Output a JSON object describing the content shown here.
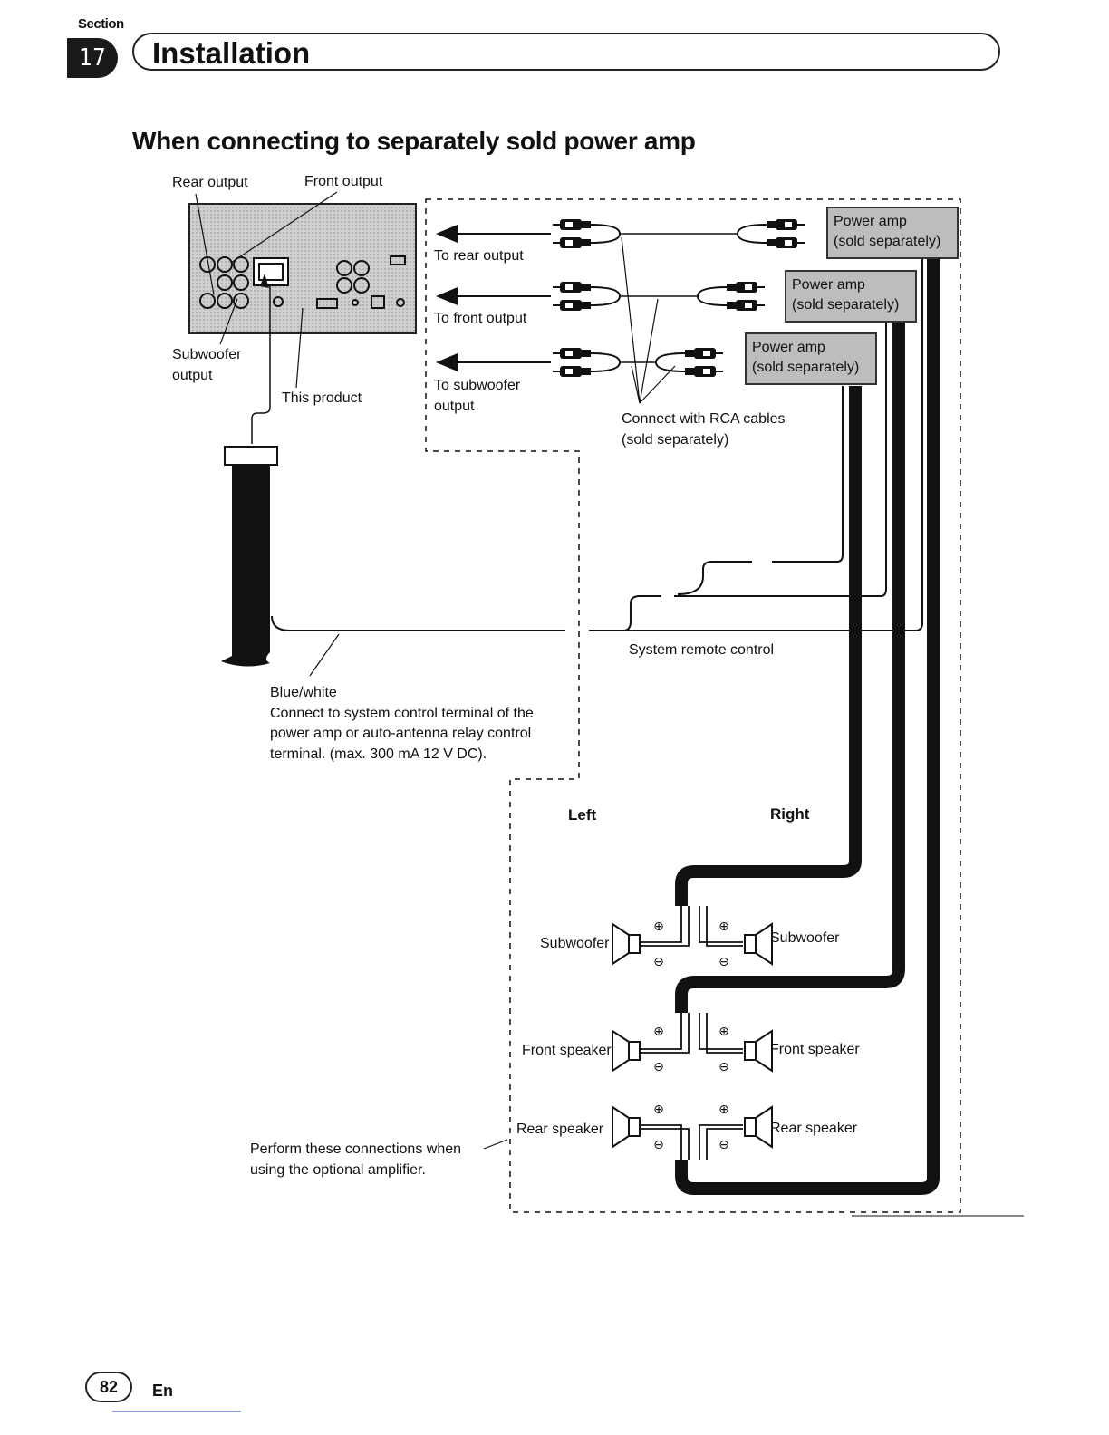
{
  "header": {
    "section_label": "Section",
    "section_number": "17",
    "title": "Installation"
  },
  "heading": "When connecting to separately sold power amp",
  "head_unit": {
    "rear_output": "Rear output",
    "front_output": "Front output",
    "subwoofer_output_line1": "Subwoofer",
    "subwoofer_output_line2": "output",
    "this_product": "This product"
  },
  "rca": {
    "to_rear_output": "To rear output",
    "to_front_output": "To front output",
    "to_subwoofer_line1": "To subwoofer",
    "to_subwoofer_line2": "output",
    "cables_line1": "Connect with RCA cables",
    "cables_line2": "(sold separately)"
  },
  "amps": [
    {
      "line1": "Power amp",
      "line2": "(sold separately)"
    },
    {
      "line1": "Power amp",
      "line2": "(sold separately)"
    },
    {
      "line1": "Power amp",
      "line2": "(sold separately)"
    }
  ],
  "remote": {
    "system_remote_control": "System remote control",
    "wire_color": "Blue/white",
    "note_line1": "Connect to system control terminal of the",
    "note_line2": "power amp or auto-antenna relay control",
    "note_line3": "terminal. (max. 300 mA 12 V DC)."
  },
  "speakers": {
    "left": "Left",
    "right": "Right",
    "subwoofer_left": "Subwoofer",
    "subwoofer_right": "Subwoofer",
    "front_left": "Front speaker",
    "front_right": "Front speaker",
    "rear_left": "Rear speaker",
    "rear_right": "Rear speaker"
  },
  "optional_note_line1": "Perform these connections when",
  "optional_note_line2": "using the optional amplifier.",
  "footer": {
    "page_number": "82",
    "language": "En"
  }
}
